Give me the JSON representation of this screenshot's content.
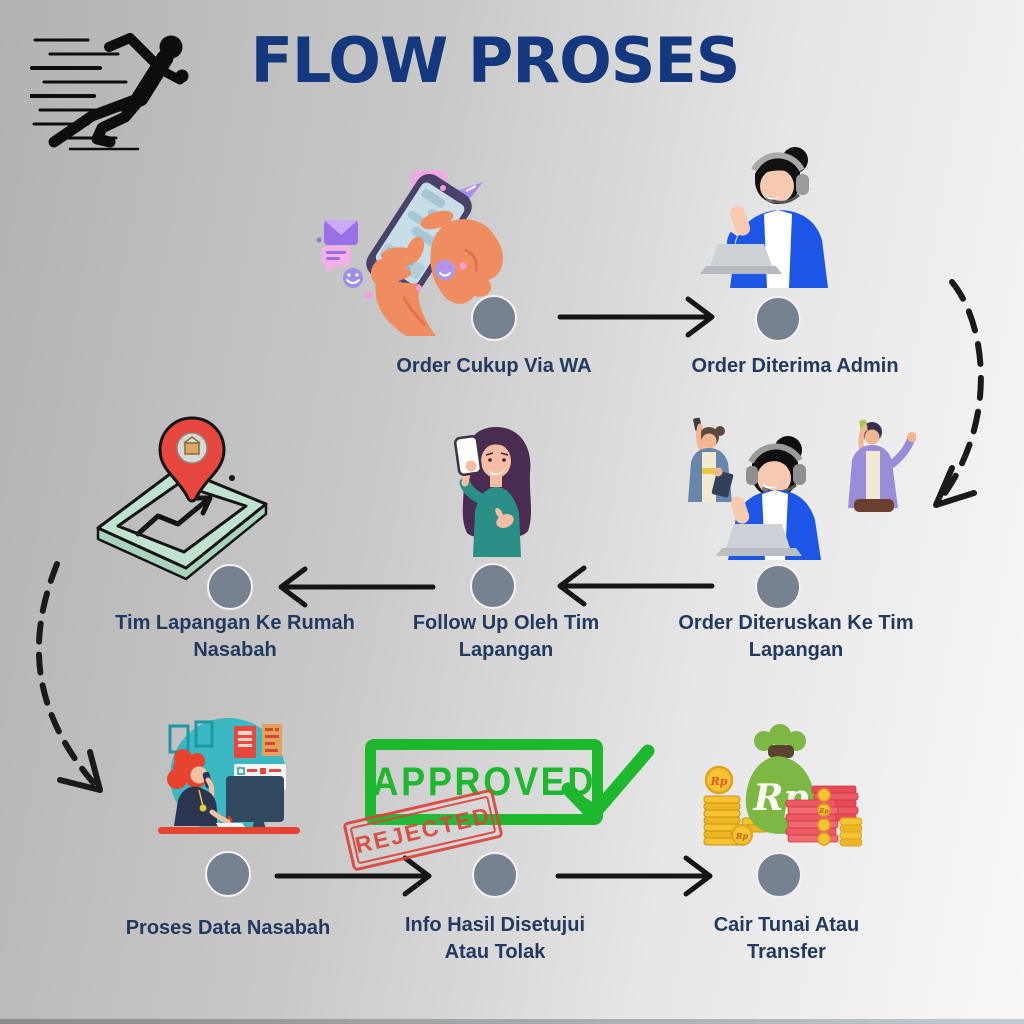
{
  "title": "FLOW PROSES",
  "steps": [
    {
      "id": "order-wa",
      "label": "Order Cukup Via WA"
    },
    {
      "id": "order-admin",
      "label": "Order Diterima Admin"
    },
    {
      "id": "order-team",
      "label": "Order Diteruskan Ke Tim Lapangan"
    },
    {
      "id": "follow-up",
      "label": "Follow Up Oleh Tim Lapangan"
    },
    {
      "id": "visit-home",
      "label": "Tim Lapangan Ke Rumah Nasabah"
    },
    {
      "id": "process-data",
      "label": "Proses Data Nasabah"
    },
    {
      "id": "result-info",
      "label": "Info Hasil Disetujui Atau Tolak"
    },
    {
      "id": "cash-transfer",
      "label": "Cair Tunai Atau Transfer"
    }
  ],
  "stamps": {
    "approved": "APPROVED",
    "rejected": "REJECTED"
  },
  "money": {
    "currency": "Rp"
  },
  "colors": {
    "title_navy": "#14387e",
    "label_navy": "#223a60",
    "node_gray": "#76828f",
    "arrow_black": "#151515",
    "approved_green": "#1db82e",
    "rejected_red": "#d9453a",
    "money_green": "#7db845",
    "pin_red": "#e8473e",
    "blazer_blue": "#1d55e6",
    "shirt_teal": "#2a8f86",
    "map_mint": "#bfe3cf"
  }
}
